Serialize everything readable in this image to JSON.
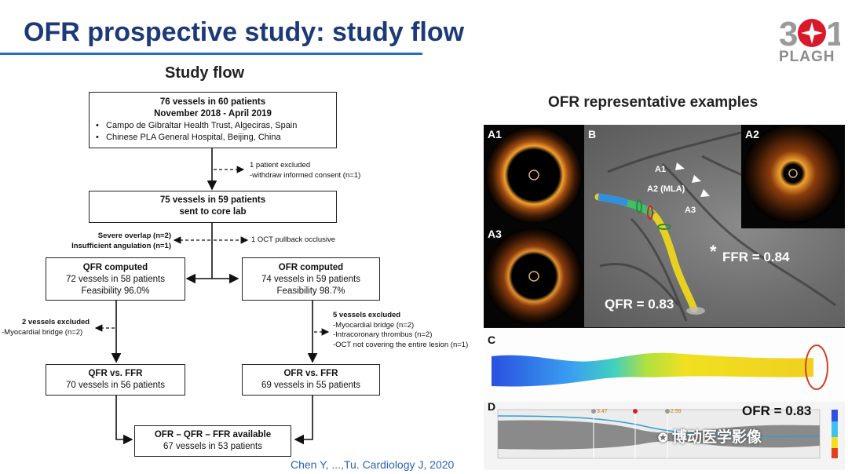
{
  "title": "OFR prospective study: study flow",
  "logo": {
    "number": "301",
    "text": "PLAGH"
  },
  "flow": {
    "heading": "Study flow",
    "box1": {
      "line1": "76 vessels in 60 patients",
      "line2": "November 2018 - April 2019",
      "bullets": [
        "Campo de Gibraltar Health Trust, Algeciras, Spain",
        "Chinese PLA General Hospital, Beijing, China"
      ]
    },
    "excl1": {
      "line1": "1 patient excluded",
      "line2": "-withdraw informed consent (n=1)"
    },
    "box2": {
      "line1": "75 vessels in 59 patients",
      "line2": "sent to core lab"
    },
    "excl_left": {
      "line1": "Severe overlap (n=2)",
      "line2": "Insufficient angulation (n=1)"
    },
    "excl_right": "1 OCT pullback occlusive",
    "qfr_box": {
      "title": "QFR computed",
      "line1": "72 vessels in 58 patients",
      "line2": "Feasibility 96.0%"
    },
    "ofr_box": {
      "title": "OFR computed",
      "line1": "74 vessels in 59 patients",
      "line2": "Feasibility 98.7%"
    },
    "excl_qfr": {
      "line1": "2 vessels excluded",
      "line2": "-Myocardial bridge (n=2)"
    },
    "excl_ofr": {
      "line1": "5 vessels excluded",
      "line2": "-Myocardial bridge (n=2)",
      "line3": "-Intracoronary thrombus (n=2)",
      "line4": "-OCT not covering the entire lesion (n=1)"
    },
    "qfr_ffr": {
      "title": "QFR vs. FFR",
      "line1": "70 vessels in 56 patients"
    },
    "ofr_ffr": {
      "title": "OFR vs. FFR",
      "line1": "69 vessels in 55 patients"
    },
    "final": {
      "title": "OFR – QFR – FFR available",
      "line1": "67 vessels in 53 patients"
    }
  },
  "examples": {
    "heading": "OFR representative examples",
    "labels": {
      "a1": "A1",
      "a2": "A2",
      "a3": "A3",
      "b": "B",
      "c": "C",
      "d": "D"
    },
    "angio": {
      "ann_a1": "A1",
      "ann_a2": "A2 (MLA)",
      "ann_a3": "A3",
      "ffr_star": "*",
      "ffr": "FFR = 0.84",
      "qfr": "QFR = 0.83"
    },
    "ofr": "OFR = 0.83",
    "d_markers": [
      "3.47",
      "2.59"
    ]
  },
  "watermark": "博动医学影像",
  "citation": "Chen Y, ...,Tu. Cardiology J, 2020",
  "colors": {
    "title": "#1d3a78",
    "rule": "#1f6fc4",
    "citation": "#2a63b5",
    "logo_red": "#d7192a"
  }
}
